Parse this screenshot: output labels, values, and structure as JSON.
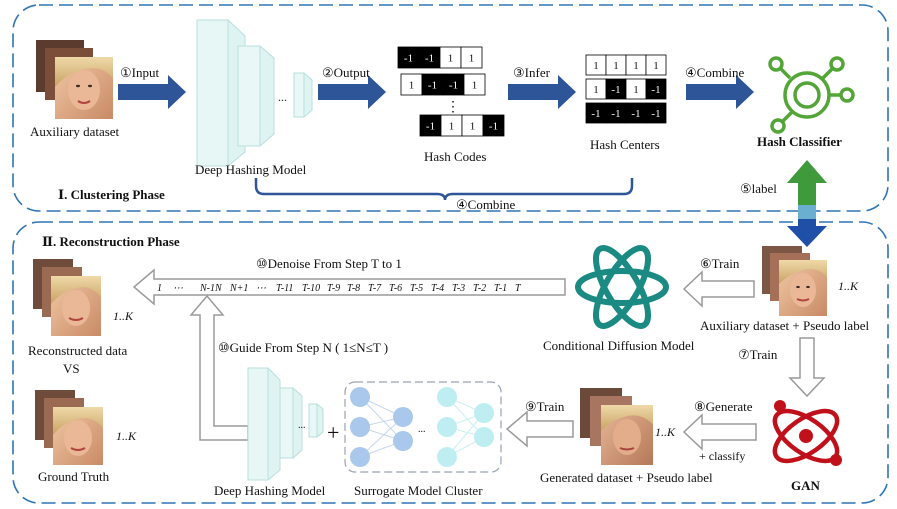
{
  "phase1": {
    "title": "Ⅰ. Clustering Phase",
    "auxiliary_dataset": "Auxiliary dataset",
    "deep_hashing_model": "Deep Hashing Model",
    "hash_codes": "Hash Codes",
    "hash_centers": "Hash Centers",
    "hash_classifier": "Hash Classifier",
    "dots": "...",
    "vdots": "⋮",
    "steps": {
      "input": "①Input",
      "output": "②Output",
      "infer": "③Infer",
      "combine": "④Combine",
      "combine_bottom": "④Combine",
      "label": "⑤label"
    },
    "codes_rows": [
      [
        "-1",
        "-1",
        "1",
        "1"
      ],
      [
        "1",
        "-1",
        "-1",
        "1"
      ],
      [
        "-1",
        "1",
        "1",
        "-1"
      ]
    ],
    "centers_rows": [
      [
        "1",
        "1",
        "1",
        "1"
      ],
      [
        "1",
        "-1",
        "1",
        "-1"
      ],
      [
        "-1",
        "-1",
        "-1",
        "-1"
      ]
    ]
  },
  "phase2": {
    "title": "Ⅱ. Reconstruction Phase",
    "denoise_label": "⑩Denoise  From Step T to 1",
    "guide_label": "⑩Guide From Step N ( 1≤N≤T )",
    "train6": "⑥Train",
    "train7": "⑦Train",
    "train9": "⑨Train",
    "generate8": "⑧Generate",
    "classify": "+ classify",
    "aux_pseudo": "Auxiliary dataset + Pseudo label",
    "conditional_diffusion": "Conditional Diffusion Model",
    "gan": "GAN",
    "generated_dataset": "Generated dataset + Pseudo label",
    "surrogate_cluster": "Surrogate Model Cluster",
    "deep_hashing_model": "Deep Hashing Model",
    "reconstructed": "Reconstructed data",
    "vs": "VS",
    "ground_truth": "Ground Truth",
    "plus": "+",
    "k_index": "1..K",
    "steps_seq": [
      "1",
      "⋯",
      "N-1",
      "N",
      "N+1",
      "⋯",
      "T-11",
      "T-10",
      "T-9",
      "T-8",
      "T-7",
      "T-6",
      "T-5",
      "T-4",
      "T-3",
      "T-2",
      "T-1",
      "T"
    ]
  },
  "colors": {
    "blue_arrow": "#2e5597",
    "phase_border": "#2e75b6",
    "classifier_green": "#54a538",
    "diffusion_teal": "#1a8a82",
    "gan_red": "#c0111b",
    "model_cyan": "#d8f3f1",
    "surrogate_blue": "#aac8ec",
    "surrogate_cyan": "#bfeef2"
  }
}
